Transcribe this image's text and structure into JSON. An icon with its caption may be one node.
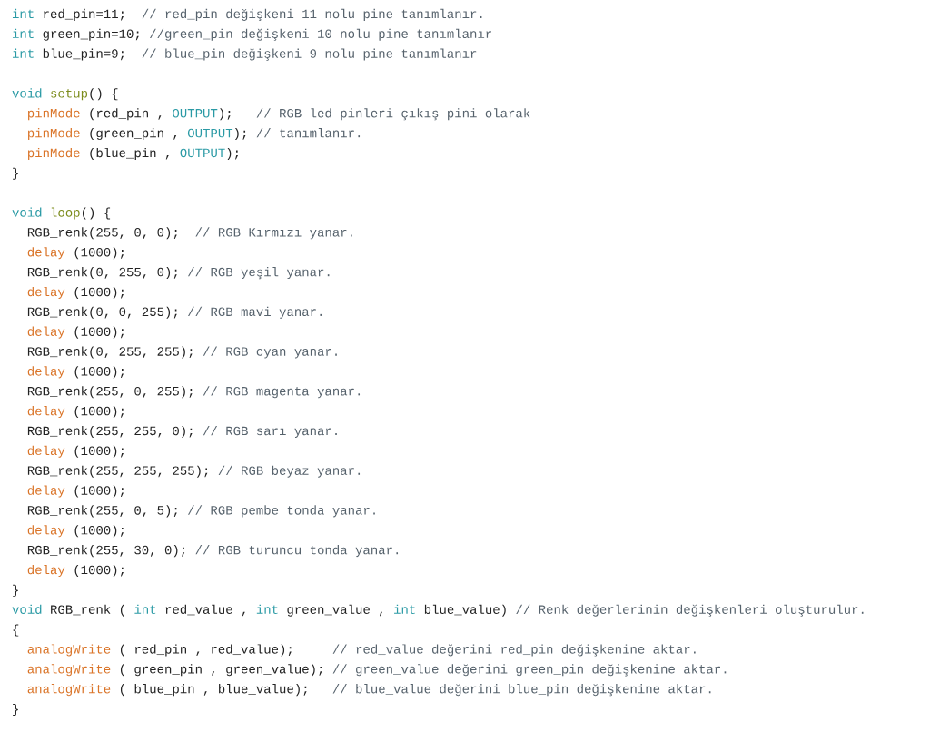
{
  "diagram": {
    "labels": [
      "int",
      "red_pin=11;",
      "// red_pin değişkeni 11 nolu pine tanımlanır.",
      "int",
      "green_pin=10;",
      "//green_pin değişkeni 10 nolu pine tanımlanır",
      "int",
      "blue_pin=9;",
      "// blue_pin değişkeni 9 nolu pine tanımlanır",
      "void",
      "setup",
      "() {",
      "pinMode",
      "(red_pin ,",
      "OUTPUT",
      ");",
      "// RGB led pinleri çıkış pini olarak",
      "pinMode",
      "(green_pin ,",
      "OUTPUT",
      ");",
      "// tanımlanır.",
      "pinMode",
      "(blue_pin ,",
      "OUTPUT",
      ");",
      "}",
      "void",
      "loop",
      "() {",
      "RGB_renk(255, 0, 0);",
      "// RGB Kırmızı yanar.",
      "delay",
      "(1000);",
      "RGB_renk(0, 255, 0);",
      "// RGB yeşil yanar.",
      "delay",
      "(1000);",
      "RGB_renk(0, 0, 255);",
      "// RGB mavi yanar.",
      "delay",
      "(1000);",
      "RGB_renk(0, 255, 255);",
      "// RGB cyan yanar.",
      "delay",
      "(1000);",
      "RGB_renk(255, 0, 255);",
      "// RGB magenta yanar.",
      "delay",
      "(1000);",
      "RGB_renk(255, 255, 0);",
      "// RGB sarı yanar.",
      "delay",
      "(1000);",
      "RGB_renk(255, 255, 255);",
      "// RGB beyaz yanar.",
      "delay",
      "(1000);",
      "RGB_renk(255, 0, 5);",
      "// RGB pembe tonda yanar.",
      "delay",
      "(1000);",
      "RGB_renk(255, 30, 0);",
      "// RGB turuncu tonda yanar.",
      "delay",
      "(1000);",
      "}",
      "void",
      "RGB_renk (",
      "int",
      "red_value ,",
      "int",
      "green_value ,",
      "int",
      "blue_value)",
      "// Renk değerlerinin değişkenleri oluşturulur.",
      "{",
      "analogWrite",
      "( red_pin , red_value);",
      "// red_value değerini red_pin değişkenine aktar.",
      "analogWrite",
      "( green_pin , green_value);",
      "// green_value değerini green_pin değişkenine aktar.",
      "analogWrite",
      "( blue_pin , blue_value);",
      "// blue_value değerini blue_pin değişkenine aktar.",
      "}"
    ]
  }
}
